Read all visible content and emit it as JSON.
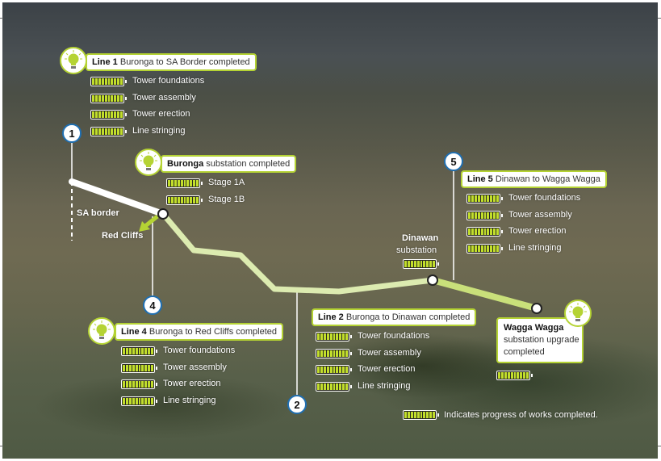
{
  "colors": {
    "accent": "#b5d334",
    "battery": "#c2de2c",
    "marker": "#1f6fb2"
  },
  "line1": {
    "num": "1",
    "title_bold": "Line 1",
    "title": " Buronga to SA Border completed",
    "tasks": [
      {
        "label": "Tower foundations",
        "progress": 1
      },
      {
        "label": "Tower assembly",
        "progress": 1
      },
      {
        "label": "Tower erection",
        "progress": 1
      },
      {
        "label": "Line stringing",
        "progress": 1
      }
    ]
  },
  "buronga": {
    "title_bold": "Buronga",
    "title": " substation completed",
    "stages": [
      {
        "label": "Stage 1A",
        "progress": 1
      },
      {
        "label": "Stage 1B",
        "progress": 1
      }
    ]
  },
  "line5": {
    "num": "5",
    "title_bold": "Line 5",
    "title": " Dinawan to Wagga Wagga",
    "tasks": [
      {
        "label": "Tower foundations",
        "progress": 1
      },
      {
        "label": "Tower assembly",
        "progress": 1
      },
      {
        "label": "Tower erection",
        "progress": 1
      },
      {
        "label": "Line stringing",
        "progress": 1
      }
    ]
  },
  "line4": {
    "num": "4",
    "title_bold": "Line 4",
    "title": " Buronga to Red Cliffs completed",
    "tasks": [
      {
        "label": "Tower foundations",
        "progress": 1
      },
      {
        "label": "Tower assembly",
        "progress": 1
      },
      {
        "label": "Tower erection",
        "progress": 1
      },
      {
        "label": "Line stringing",
        "progress": 1
      }
    ]
  },
  "line2": {
    "num": "2",
    "title_bold": "Line 2",
    "title": " Buronga to Dinawan completed",
    "tasks": [
      {
        "label": "Tower foundations",
        "progress": 1
      },
      {
        "label": "Tower assembly",
        "progress": 1
      },
      {
        "label": "Tower erection",
        "progress": 1
      },
      {
        "label": "Line stringing",
        "progress": 1
      }
    ]
  },
  "places": {
    "sa_border": "SA border",
    "red_cliffs": "Red Cliffs",
    "dinawan_bold": "Dinawan",
    "dinawan_sub": "substation",
    "dinawan_progress": 1
  },
  "wagga": {
    "title_bold": "Wagga Wagga",
    "line2": "substation upgrade",
    "line3": "completed",
    "progress": 1
  },
  "legend": {
    "text": "Indicates progress of works completed.",
    "progress": 1
  },
  "icons": {
    "bulb": "lightbulb-icon",
    "battery": "battery-progress-icon",
    "arrow": "arrow-down-left-icon"
  }
}
